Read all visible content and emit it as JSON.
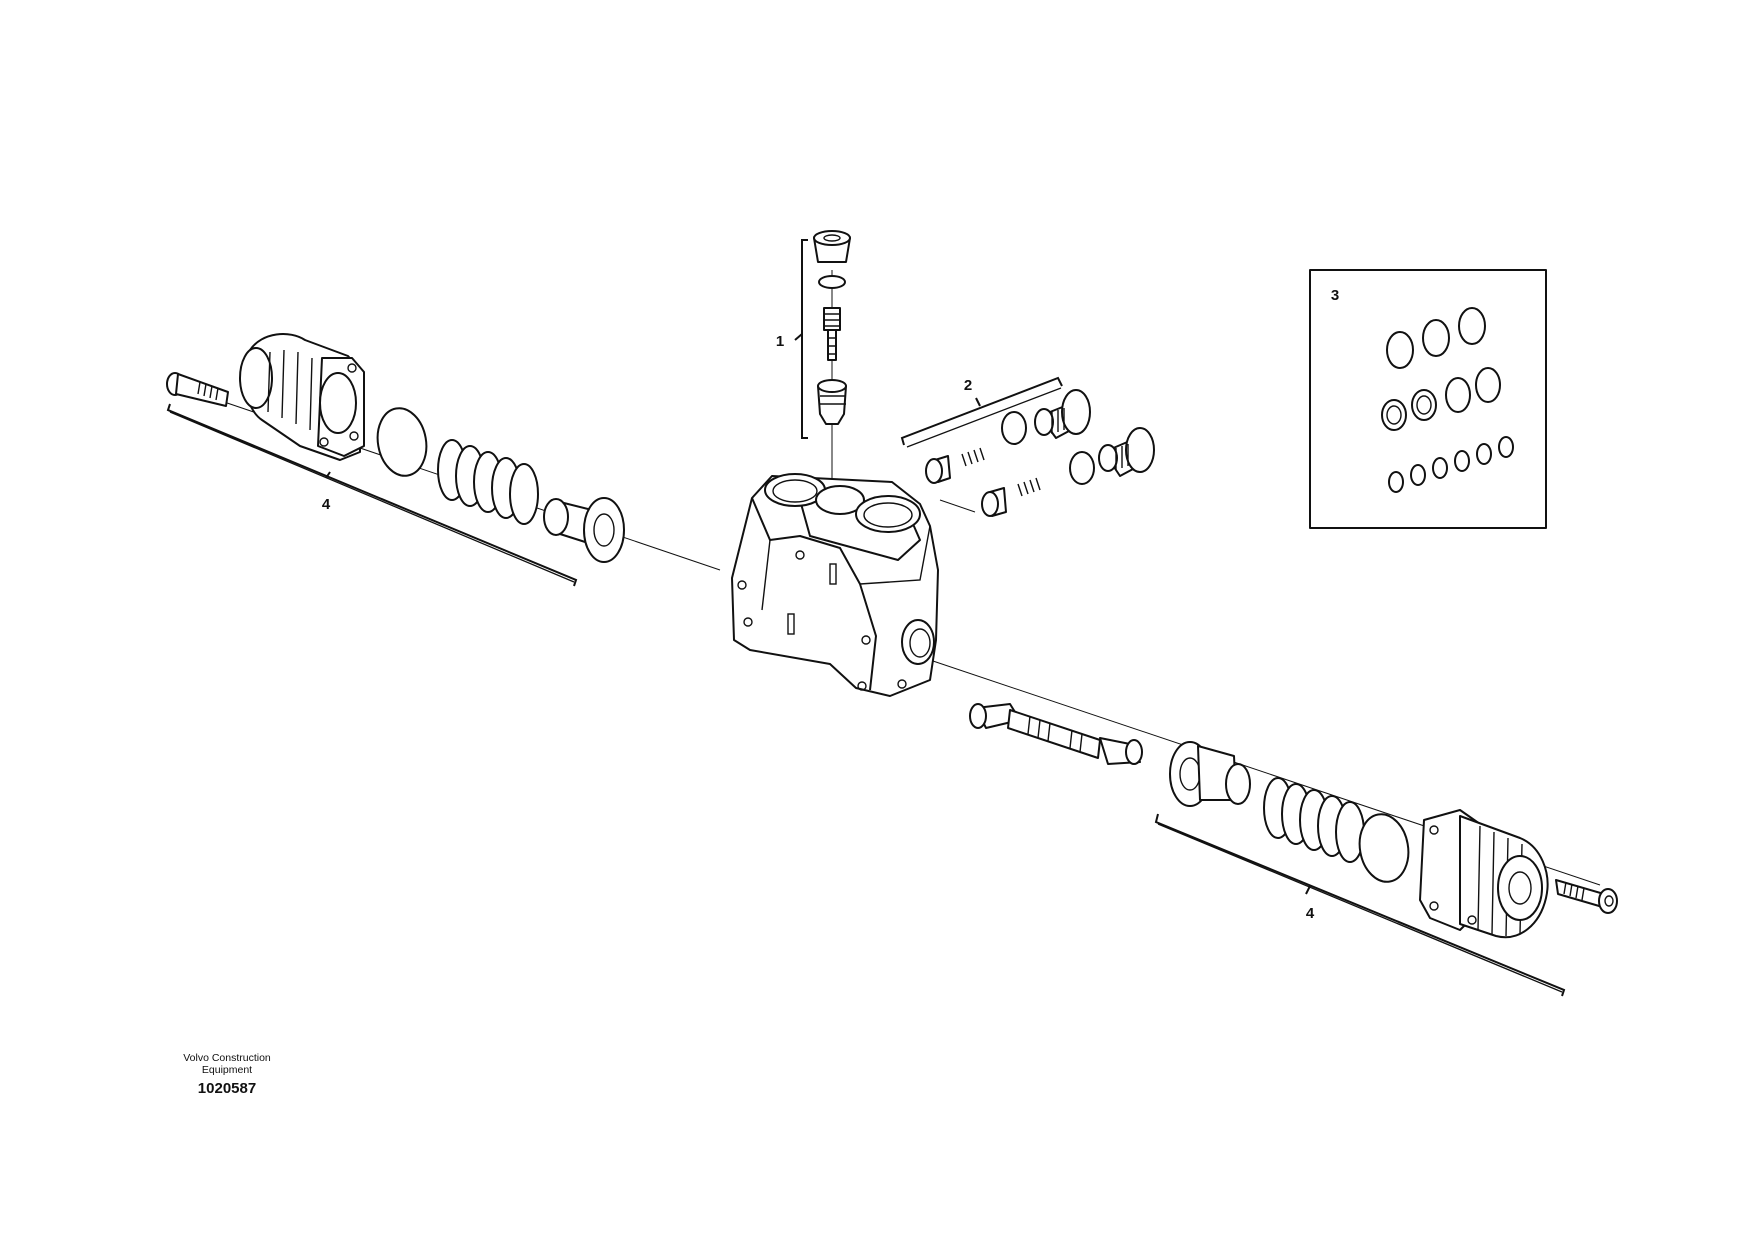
{
  "callouts": {
    "item_1": "1",
    "item_2": "2",
    "item_3": "3",
    "item_4_left": "4",
    "item_4_right": "4"
  },
  "footer": {
    "company_line1": "Volvo Construction",
    "company_line2": "Equipment",
    "reference_number": "1020587"
  },
  "colors": {
    "line": "#111111",
    "background": "#ffffff"
  }
}
